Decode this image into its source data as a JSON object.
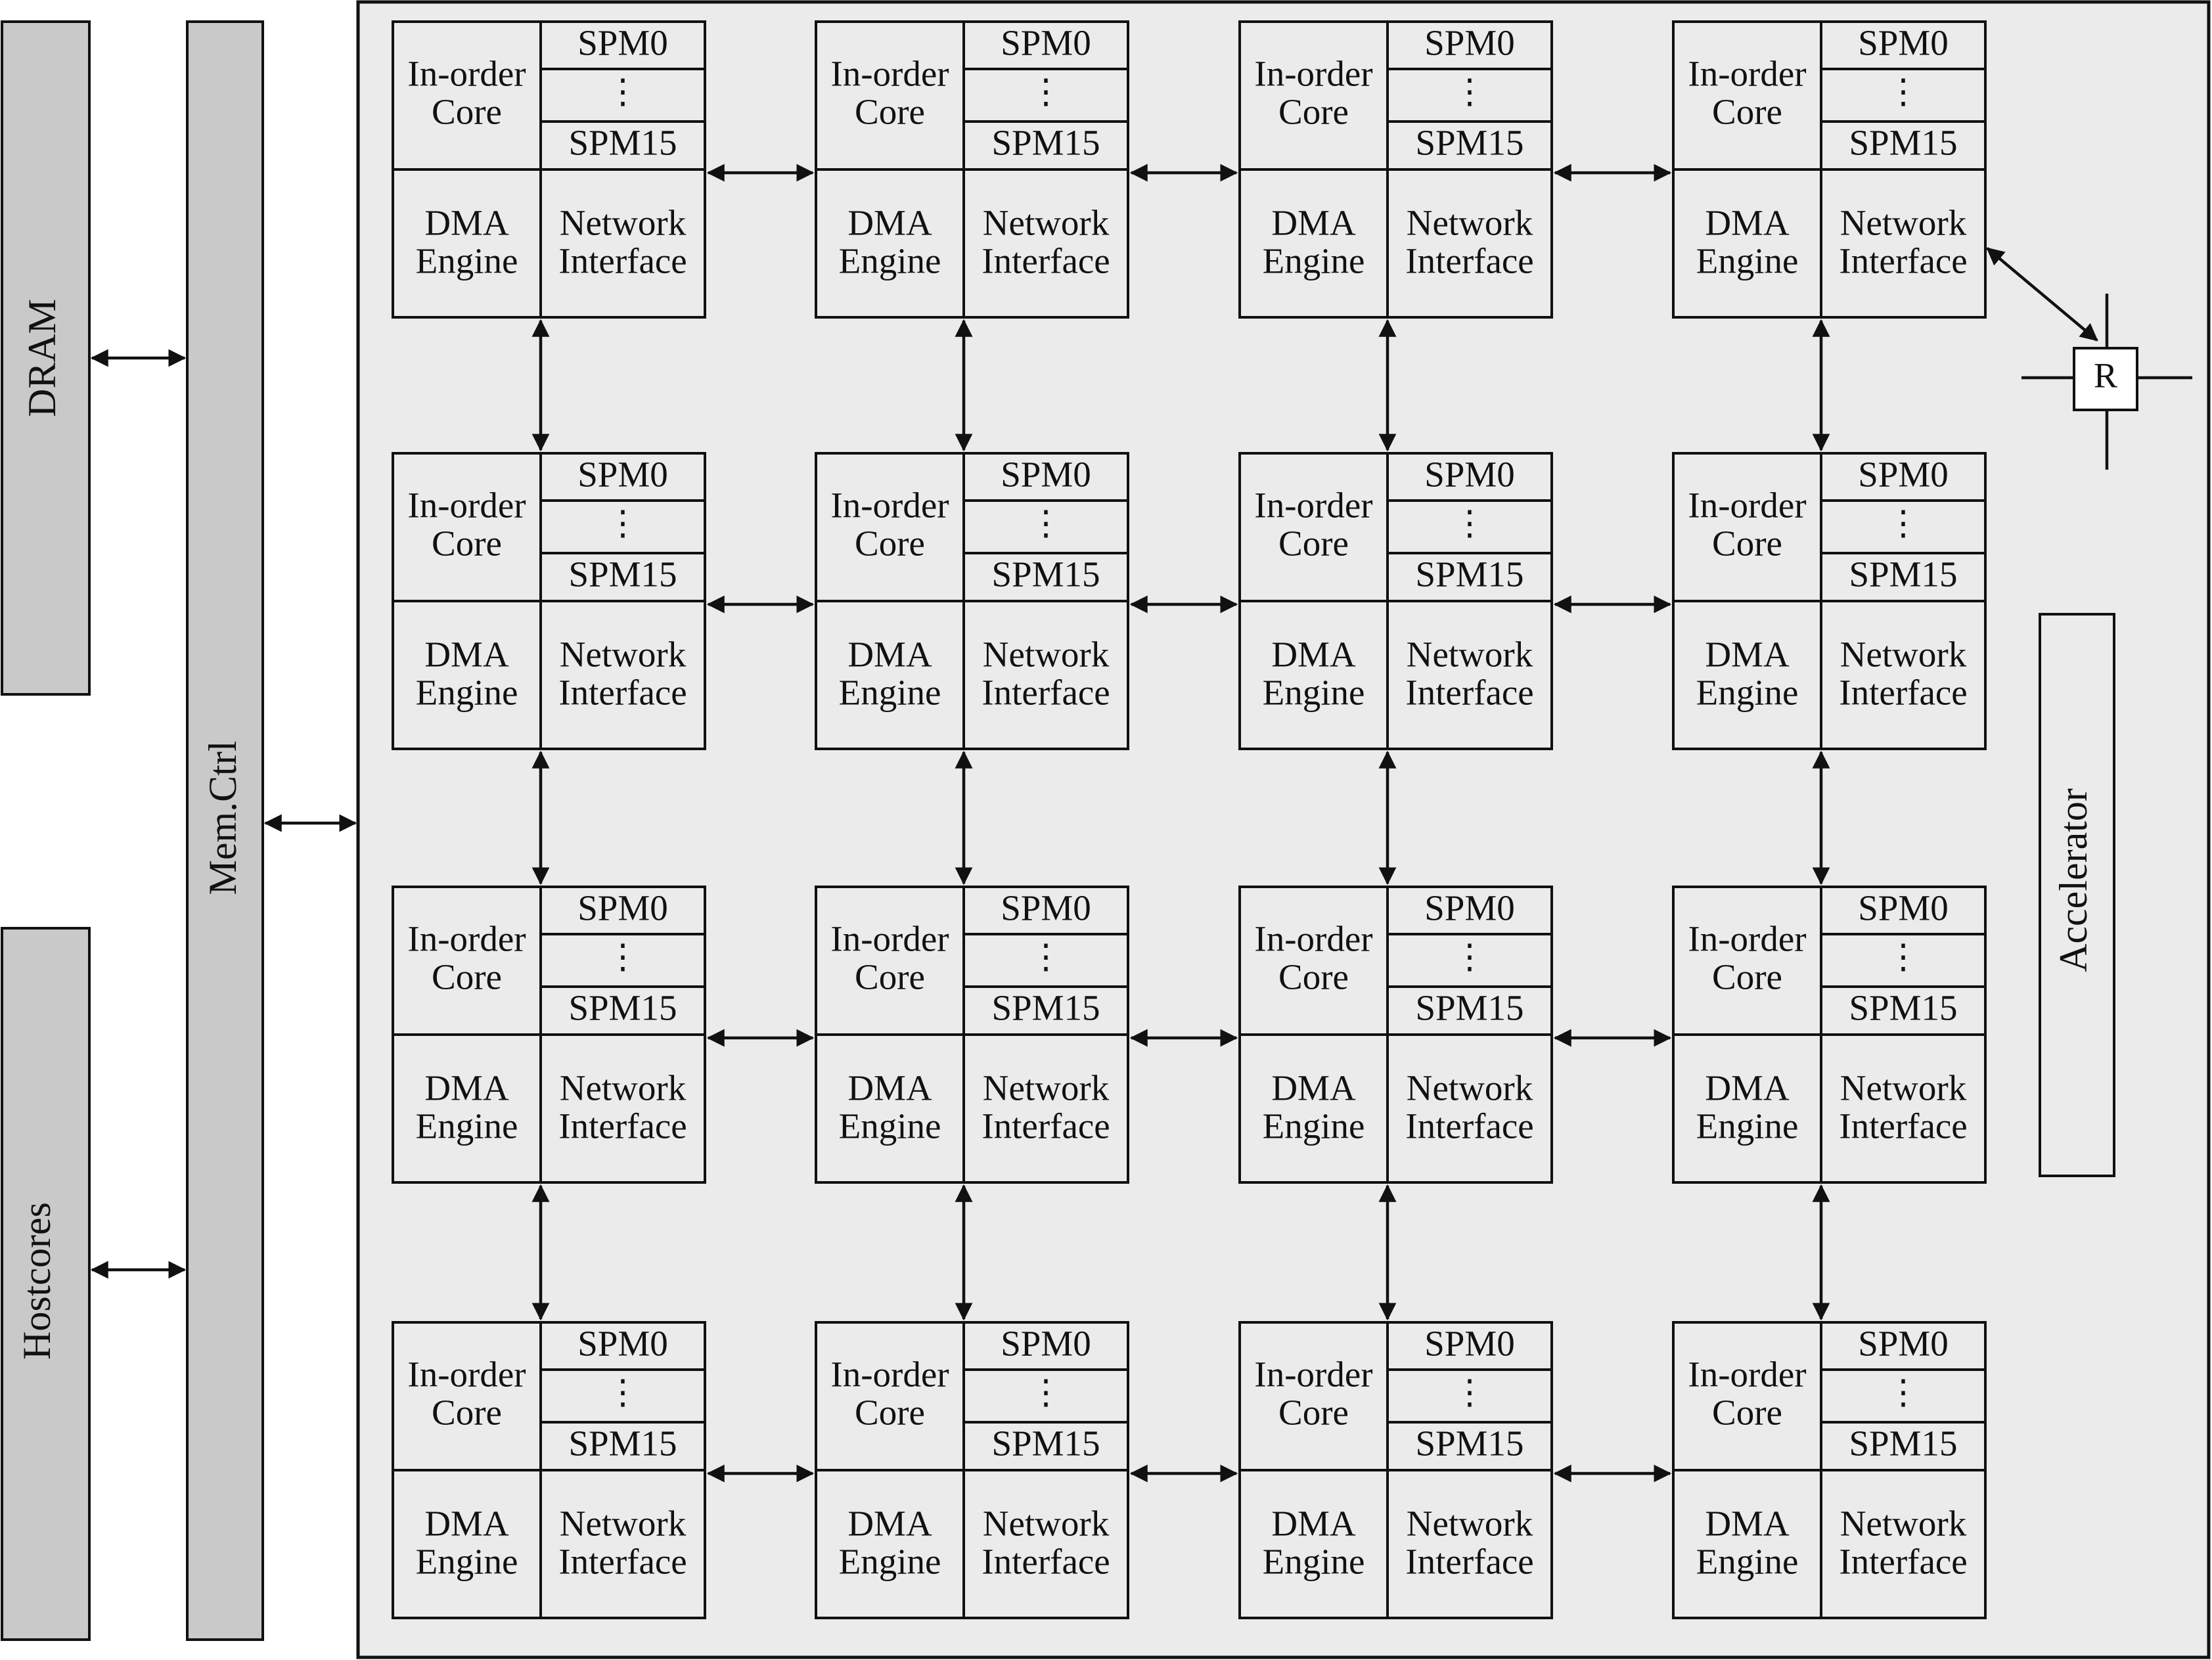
{
  "side_bars": {
    "dram": "DRAM",
    "hostcores": "Hostcores",
    "mem_ctrl": "Mem.Ctrl"
  },
  "tile": {
    "core_line1": "In-order",
    "core_line2": "Core",
    "spm_first": "SPM0",
    "spm_ellipsis": "⋮",
    "spm_last": "SPM15",
    "dma_line1": "DMA",
    "dma_line2": "Engine",
    "ni_line1": "Network",
    "ni_line2": "Interface"
  },
  "grid": {
    "rows": 4,
    "cols": 4
  },
  "router_label": "R",
  "accelerator_label": "Accelerator"
}
